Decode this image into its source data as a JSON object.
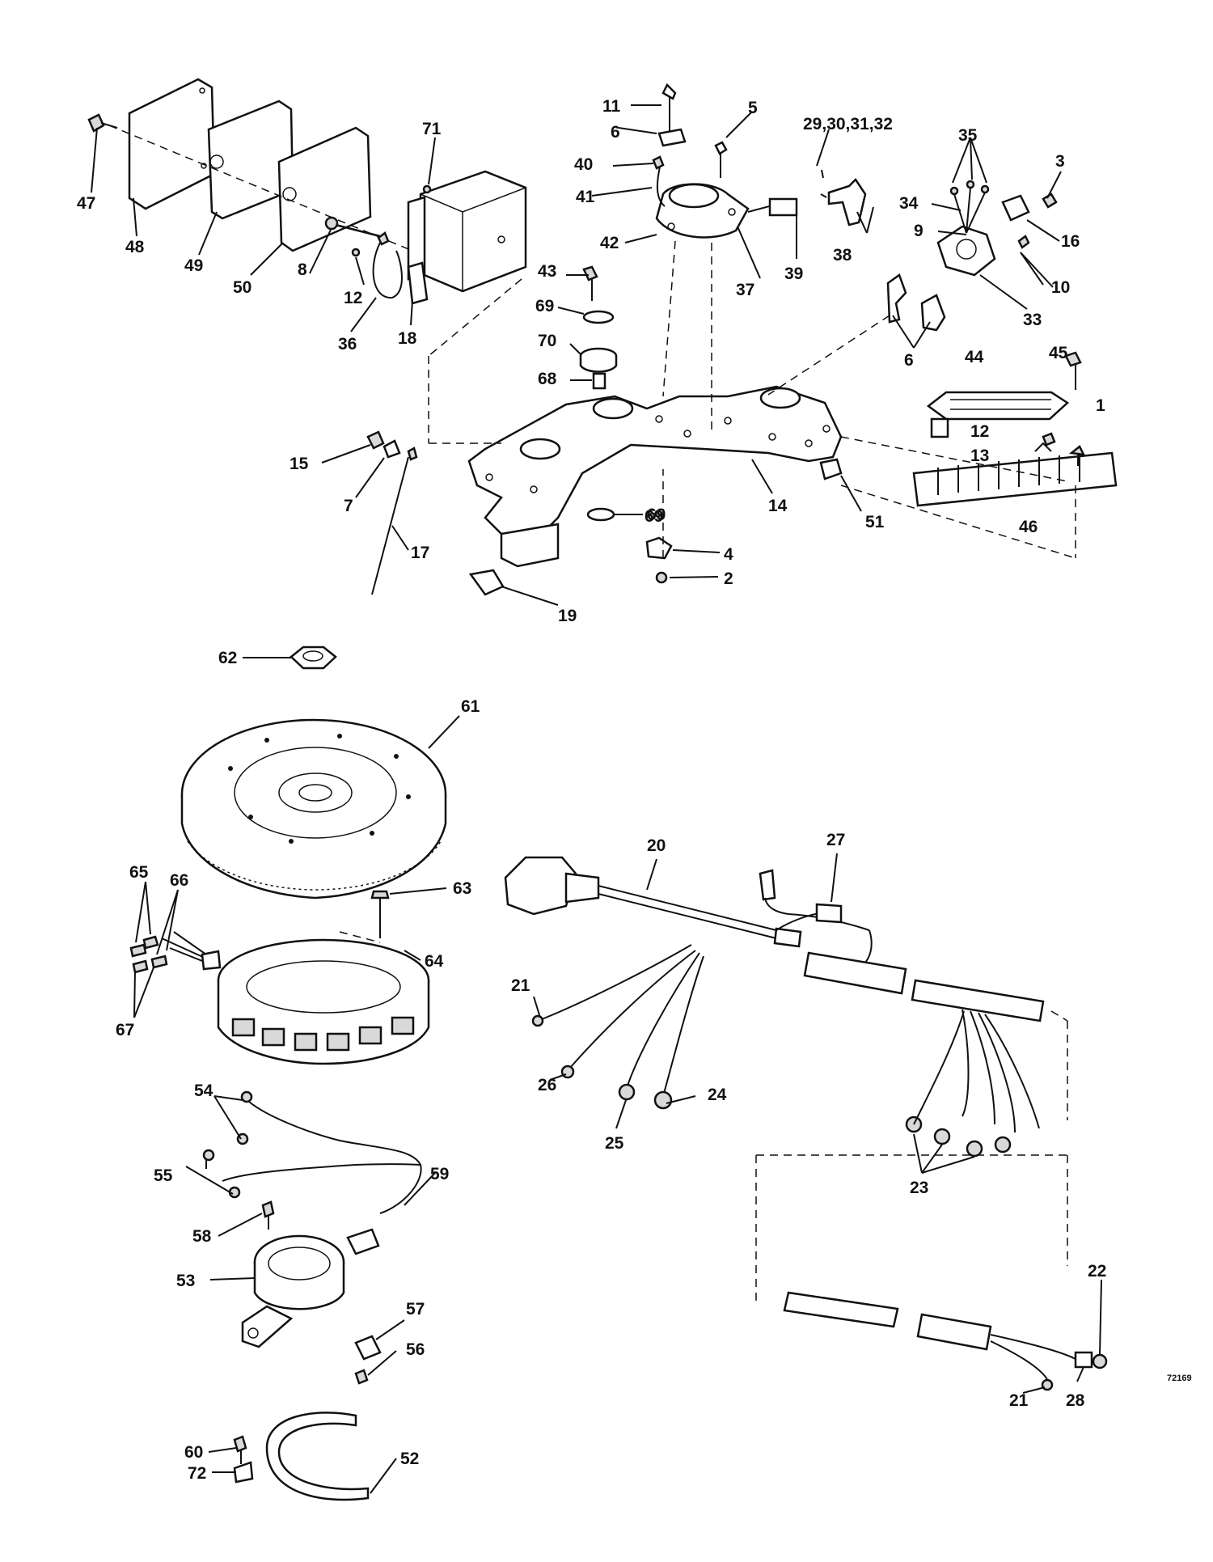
{
  "figure_code": "72169",
  "callouts": {
    "c1": "1",
    "c2": "2",
    "c3": "3",
    "c4": "4",
    "c5": "5",
    "c6a": "6",
    "c6b": "6",
    "c7": "7",
    "c8": "8",
    "c9": "9",
    "c10": "10",
    "c11": "11",
    "c12a": "12",
    "c12b": "12",
    "c13": "13",
    "c14": "14",
    "c15": "15",
    "c16": "16",
    "c17": "17",
    "c18": "18",
    "c19": "19",
    "c20": "20",
    "c21a": "21",
    "c21b": "21",
    "c22": "22",
    "c23": "23",
    "c24": "24",
    "c25": "25",
    "c26": "26",
    "c27": "27",
    "c28": "28",
    "c29": "29,30,31,32",
    "c33": "33",
    "c34": "34",
    "c35": "35",
    "c36": "36",
    "c37": "37",
    "c38": "38",
    "c39": "39",
    "c40": "40",
    "c41": "41",
    "c42": "42",
    "c43": "43",
    "c44": "44",
    "c45": "45",
    "c46": "46",
    "c47": "47",
    "c48": "48",
    "c49": "49",
    "c50": "50",
    "c51": "51",
    "c52": "52",
    "c53": "53",
    "c54": "54",
    "c55": "55",
    "c56": "56",
    "c57": "57",
    "c58": "58",
    "c59": "59",
    "c60": "60",
    "c61": "61",
    "c62": "62",
    "c63": "63",
    "c64": "64",
    "c65": "65",
    "c66": "66",
    "c67": "67",
    "c68": "68",
    "c69a": "69",
    "c69b": "69",
    "c70": "70",
    "c71": "71",
    "c72": "72"
  }
}
